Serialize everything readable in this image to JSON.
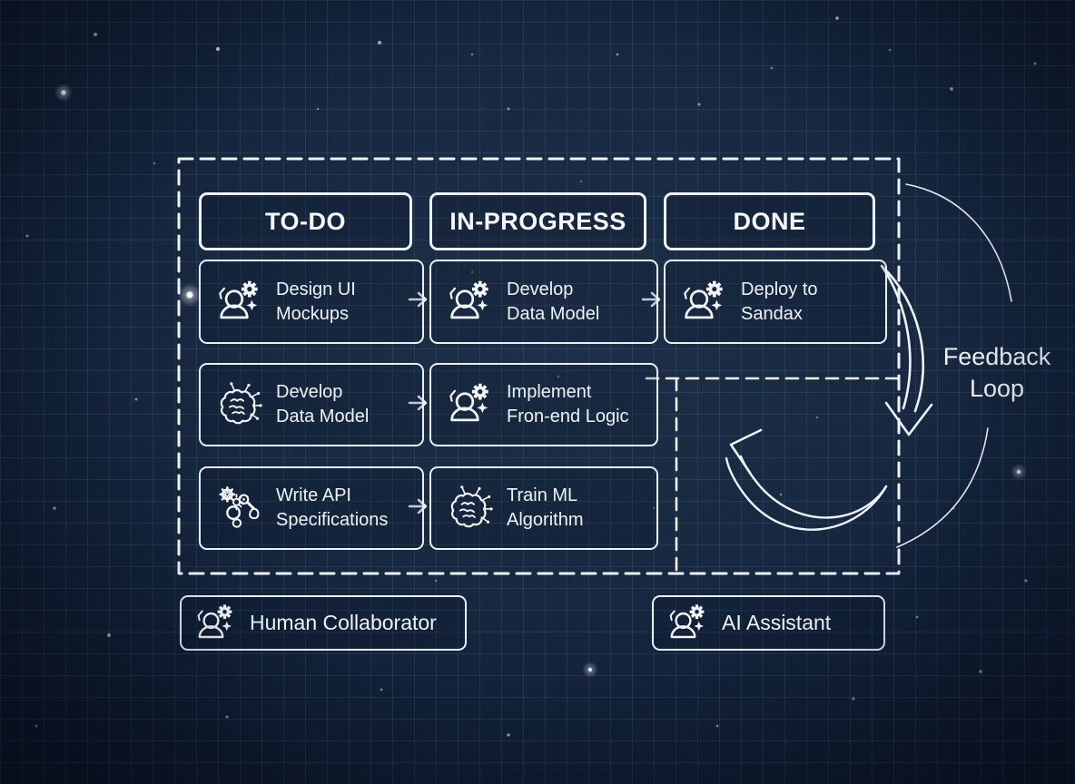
{
  "board": {
    "columns": [
      {
        "label": "TO-DO"
      },
      {
        "label": "IN-PROGRESS"
      },
      {
        "label": "DONE"
      }
    ],
    "cards": [
      {
        "icon": "human-gear",
        "lines": [
          "Design UI",
          "Mockups"
        ]
      },
      {
        "icon": "human-gear",
        "lines": [
          "Develop",
          "Data Model"
        ]
      },
      {
        "icon": "human-gear",
        "lines": [
          "Deploy to",
          "Sandax"
        ]
      },
      {
        "icon": "brain-circuit",
        "lines": [
          "Develop",
          "Data Model"
        ]
      },
      {
        "icon": "human-gear",
        "lines": [
          "Implement",
          "Fron-end Logic"
        ]
      },
      {
        "icon": "robot-arm",
        "lines": [
          "Write API",
          "Specifications"
        ]
      },
      {
        "icon": "brain-circuit",
        "lines": [
          "Train ML",
          "Algorithm"
        ]
      }
    ]
  },
  "annotations": {
    "feedback_loop": {
      "line1": "Feedback",
      "line2": "Loop"
    }
  },
  "legend": [
    {
      "icon": "human-gear",
      "label": "Human Collaborator"
    },
    {
      "icon": "human-gear",
      "label": "AI Assistant"
    }
  ],
  "colors": {
    "background": "#13233b",
    "stroke": "#eef3f8",
    "grid": "#33475e"
  }
}
